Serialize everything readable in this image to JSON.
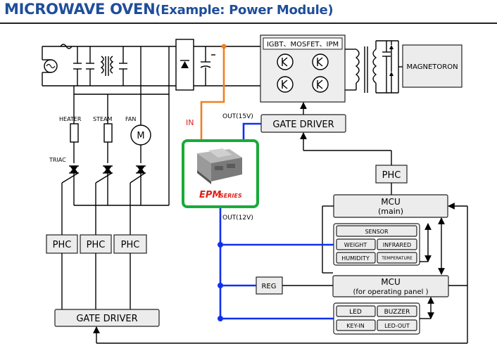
{
  "title": {
    "main": "MICROWAVE OVEN",
    "sub": "(Example: Power Module)"
  },
  "blocks": {
    "igbt": "IGBT、MOSFET、IPM",
    "magnetron": "MAGNETORON",
    "gate_driver_top": "GATE DRIVER",
    "phc_top": "PHC",
    "mcu_main": "MCU",
    "mcu_main_sub": "(main)",
    "sensor": "SENSOR",
    "weight": "WEIGHT",
    "infrared": "INFRARED",
    "humidity": "HUMIDITY",
    "temperature": "TEMPERATURE",
    "reg": "REG",
    "mcu_panel": "MCU",
    "mcu_panel_sub": "(for operating panel )",
    "led": "LED",
    "buzzer": "BUZZER",
    "key_in": "KEY-IN",
    "led_out": "LED-OUT",
    "phc_1": "PHC",
    "phc_2": "PHC",
    "phc_3": "PHC",
    "gate_driver_bottom": "GATE DRIVER"
  },
  "labels": {
    "in": "IN",
    "out15": "OUT(15V)",
    "out12": "OUT(12V)",
    "heater": "HEATER",
    "steam": "STEAM",
    "fan": "FAN",
    "motor": "M",
    "triac": "TRIAC"
  },
  "module": {
    "name": "EPM",
    "series": "SERIES"
  },
  "colors": {
    "title": "#1f4e9a",
    "blue_line": "#1030ee",
    "orange_line": "#f08020",
    "green_border": "#1aaa3a",
    "module_text": "#e0201a"
  }
}
